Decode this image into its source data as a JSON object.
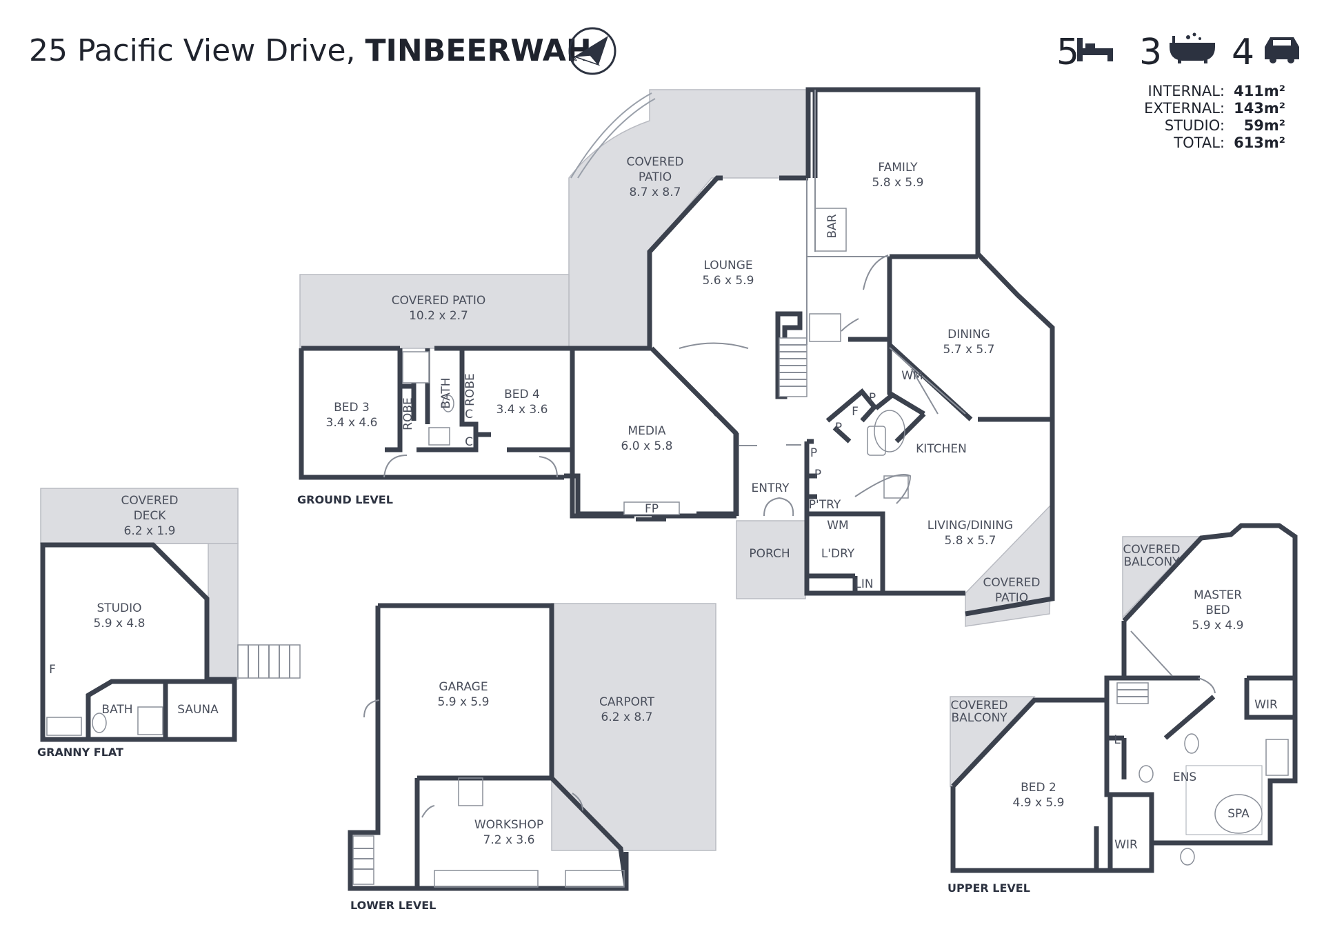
{
  "header": {
    "address": "25 Pacific View Drive,",
    "suburb": "TINBEERWAH",
    "compass_icon": "north-arrow-icon"
  },
  "features": {
    "beds": "5",
    "baths": "3",
    "cars": "4",
    "bed_icon": "bed-icon",
    "bath_icon": "bathtub-icon",
    "car_icon": "car-icon"
  },
  "areas": {
    "internal_label": "INTERNAL:",
    "internal_value": "411m²",
    "external_label": "EXTERNAL:",
    "external_value": "143m²",
    "studio_label": "STUDIO:",
    "studio_value": "59m²",
    "total_label": "TOTAL:",
    "total_value": "613m²"
  },
  "levels": {
    "ground": "GROUND LEVEL",
    "granny": "GRANNY FLAT",
    "lower": "LOWER LEVEL",
    "upper": "UPPER LEVEL"
  },
  "rooms": {
    "covered_patio_1_name": "COVERED",
    "covered_patio_1_name2": "PATIO",
    "covered_patio_1_size": "8.7 x 8.7",
    "family_name": "FAMILY",
    "family_size": "5.8 x 5.9",
    "bar": "BAR",
    "lounge_name": "LOUNGE",
    "lounge_size": "5.6 x 5.9",
    "covered_patio_2_name": "COVERED PATIO",
    "covered_patio_2_size": "10.2 x 2.7",
    "dining_name": "DINING",
    "dining_size": "5.7 x 5.7",
    "bed3_name": "BED 3",
    "bed3_size": "3.4 x 4.6",
    "robe": "ROBE",
    "bath": "BATH",
    "bed4_name": "BED 4",
    "bed4_size": "3.4 x 3.6",
    "media_name": "MEDIA",
    "media_size": "6.0 x 5.8",
    "kitchen": "KITCHEN",
    "wm": "WM",
    "p": "P",
    "f": "F",
    "c": "C",
    "entry": "ENTRY",
    "fp": "FP",
    "ptry": "P'TRY",
    "ldry": "L'DRY",
    "lin": "LIN",
    "porch": "PORCH",
    "living_name": "LIVING/DINING",
    "living_size": "5.8 x 5.7",
    "covered_patio_3_name": "COVERED",
    "covered_patio_3_name2": "PATIO",
    "covered_deck_name": "COVERED",
    "covered_deck_name2": "DECK",
    "covered_deck_size": "6.2 x 1.9",
    "studio_name": "STUDIO",
    "studio_size": "5.9 x 4.8",
    "sauna": "SAUNA",
    "garage_name": "GARAGE",
    "garage_size": "5.9 x 5.9",
    "carport_name": "CARPORT",
    "carport_size": "6.2 x 8.7",
    "workshop_name": "WORKSHOP",
    "workshop_size": "7.2 x 3.6",
    "covered_balcony_name": "COVERED",
    "covered_balcony_name2": "BALCONY",
    "master_name": "MASTER",
    "master_name2": "BED",
    "master_size": "5.9 x 4.9",
    "wir": "WIR",
    "ens": "ENS",
    "spa": "SPA",
    "l": "L",
    "bed2_name": "BED 2",
    "bed2_size": "4.9 x 5.9"
  }
}
